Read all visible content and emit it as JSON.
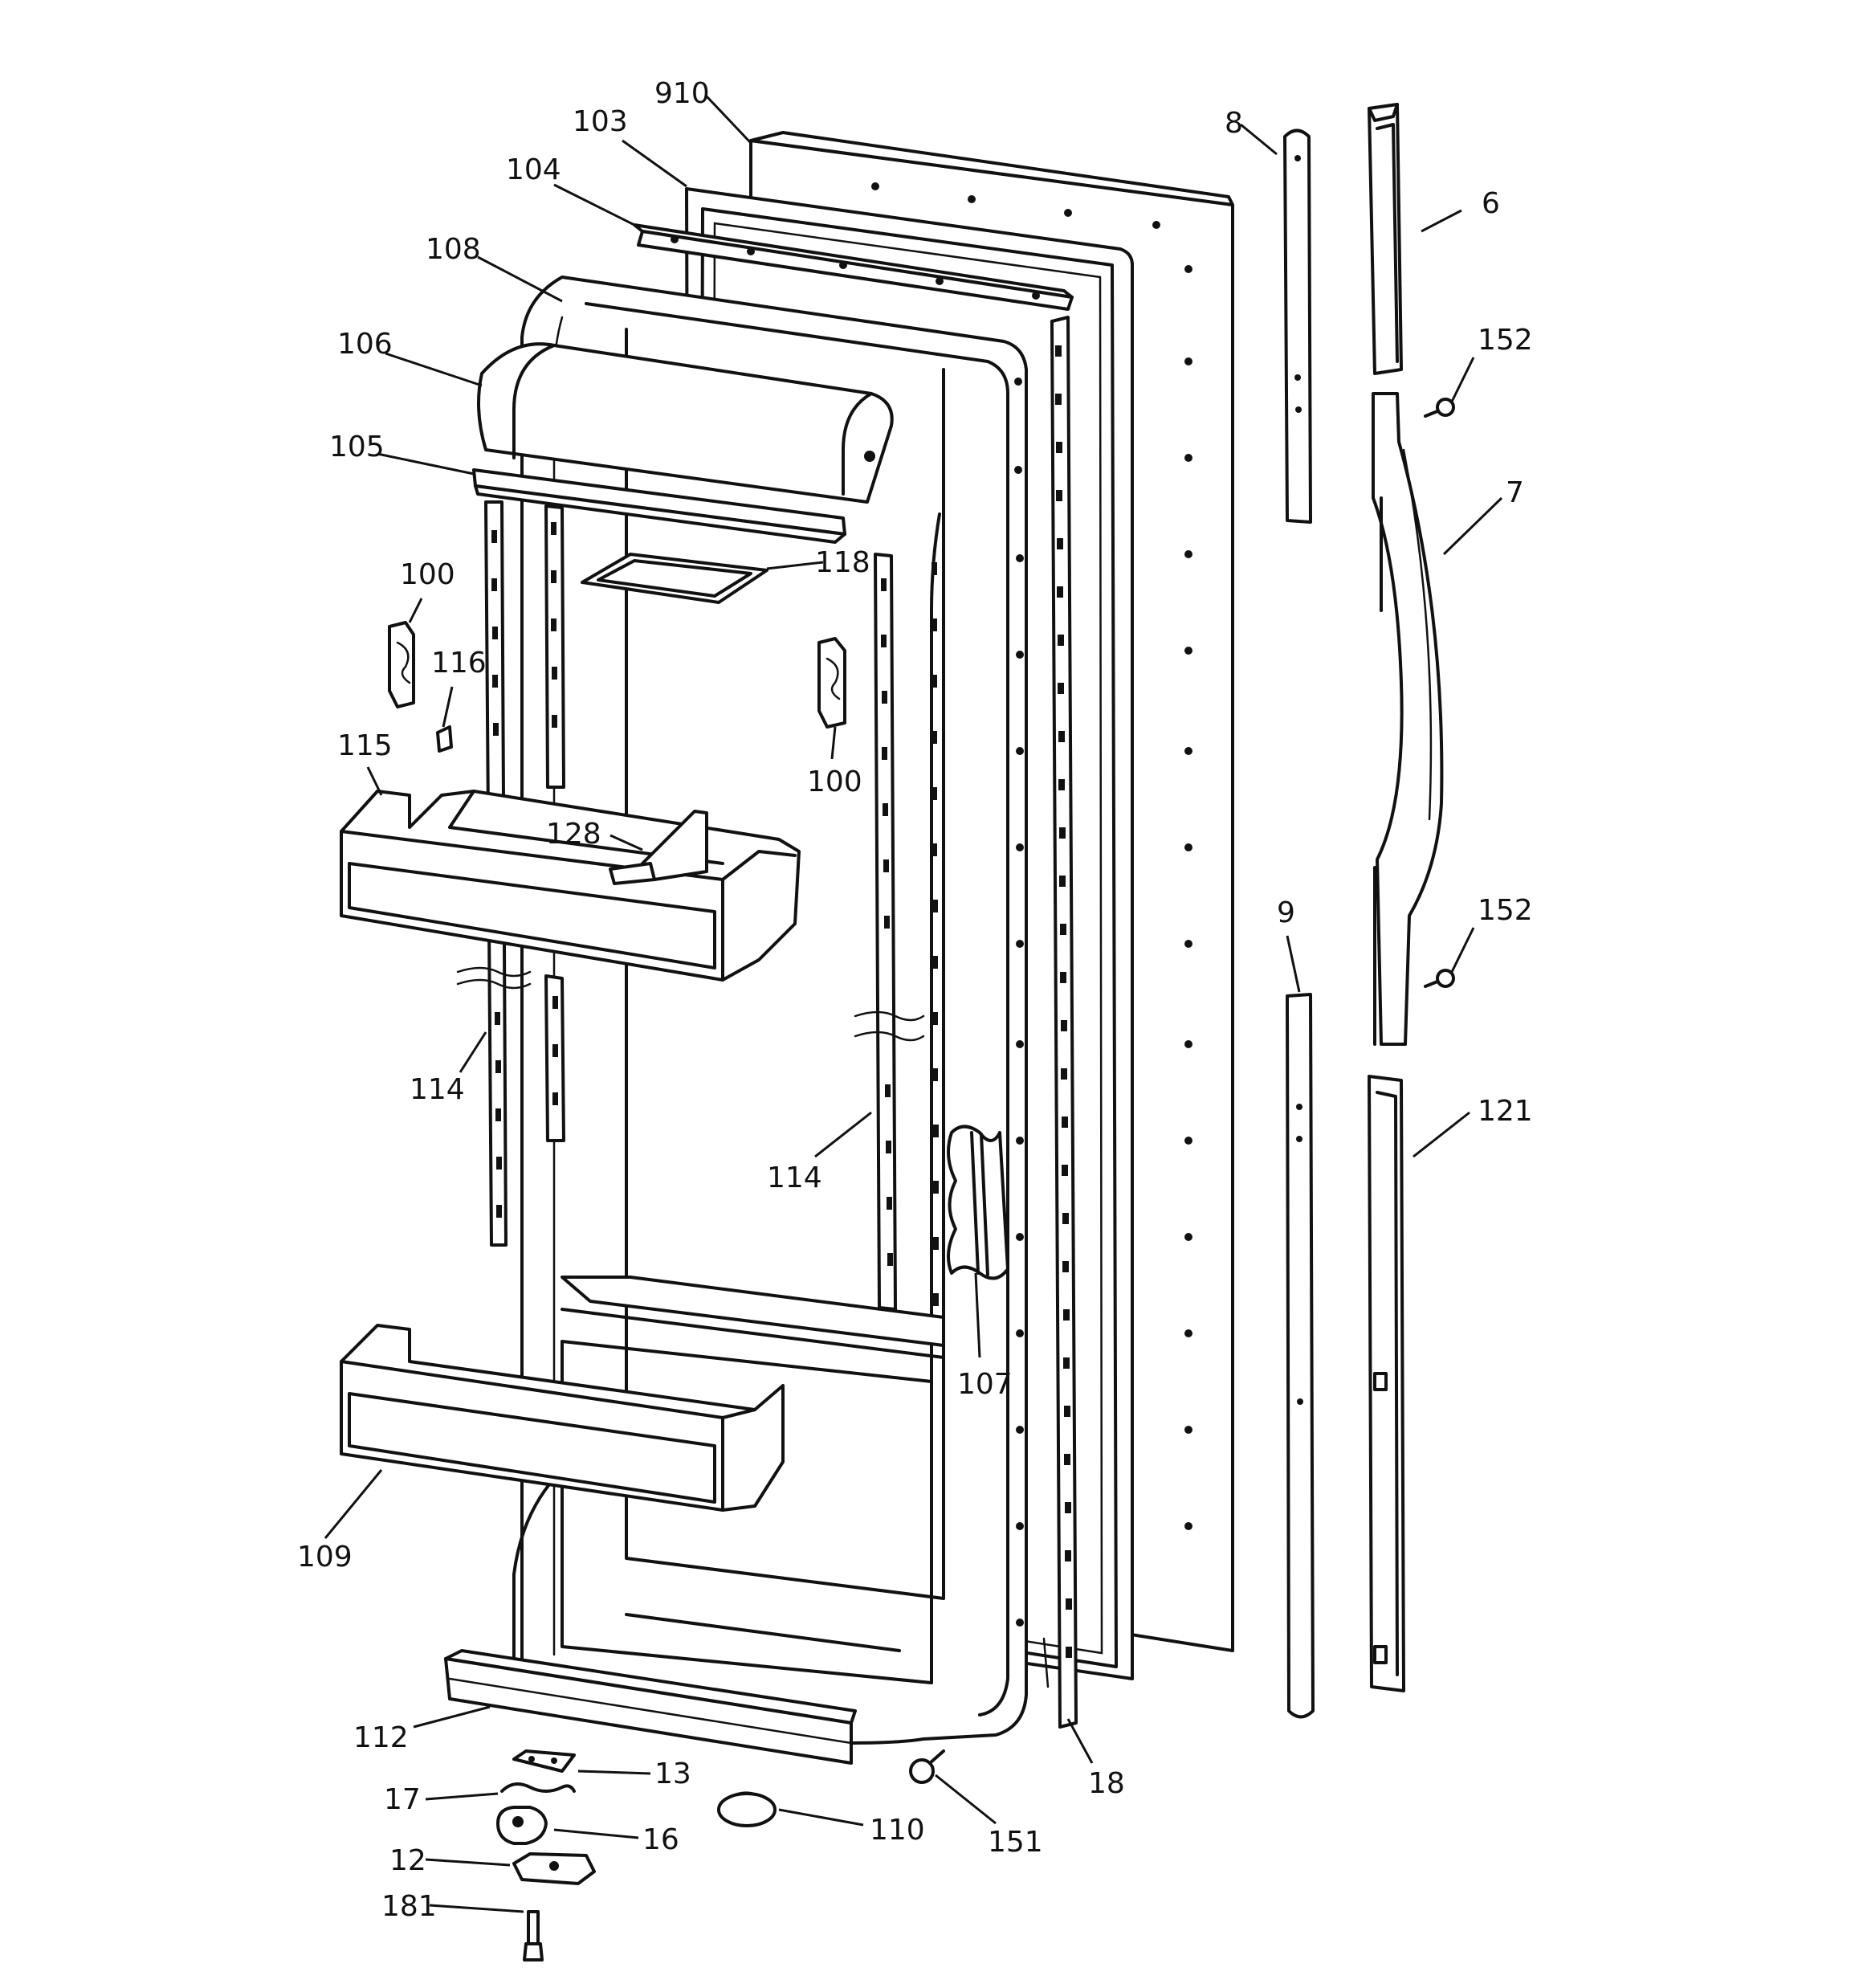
{
  "labels": [
    {
      "id": "910",
      "text": "910"
    },
    {
      "id": "103",
      "text": "103"
    },
    {
      "id": "104",
      "text": "104"
    },
    {
      "id": "108",
      "text": "108"
    },
    {
      "id": "106",
      "text": "106"
    },
    {
      "id": "105",
      "text": "105"
    },
    {
      "id": "118",
      "text": "118"
    },
    {
      "id": "100a",
      "text": "100"
    },
    {
      "id": "116",
      "text": "116"
    },
    {
      "id": "100b",
      "text": "100"
    },
    {
      "id": "115",
      "text": "115"
    },
    {
      "id": "128",
      "text": "128"
    },
    {
      "id": "114a",
      "text": "114"
    },
    {
      "id": "114b",
      "text": "114"
    },
    {
      "id": "107",
      "text": "107"
    },
    {
      "id": "109",
      "text": "109"
    },
    {
      "id": "112",
      "text": "112"
    },
    {
      "id": "13",
      "text": "13"
    },
    {
      "id": "17",
      "text": "17"
    },
    {
      "id": "16",
      "text": "16"
    },
    {
      "id": "12",
      "text": "12"
    },
    {
      "id": "181",
      "text": "181"
    },
    {
      "id": "110",
      "text": "110"
    },
    {
      "id": "151",
      "text": "151"
    },
    {
      "id": "18",
      "text": "18"
    },
    {
      "id": "8",
      "text": "8"
    },
    {
      "id": "6",
      "text": "6"
    },
    {
      "id": "152a",
      "text": "152"
    },
    {
      "id": "7",
      "text": "7"
    },
    {
      "id": "152b",
      "text": "152"
    },
    {
      "id": "9",
      "text": "9"
    },
    {
      "id": "121",
      "text": "121"
    }
  ]
}
